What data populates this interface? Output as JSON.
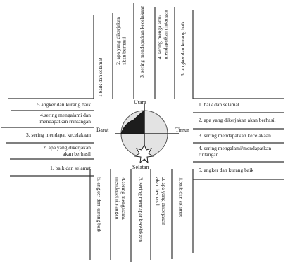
{
  "compass": {
    "north": "Utara",
    "south": "Selatan",
    "east": "Timur",
    "west": "Barat"
  },
  "top_labels": [
    "1.baik dan selamat",
    "2. apa yang dikerjakan\nakan berhasil",
    "3. sering mendapatkan kecelakaan",
    "4. sering mengalami/\nmendapatkan rintangan",
    "5. angker dan kurang baik"
  ],
  "left_labels": [
    "5.angker dan kurang baik",
    "4.sering mengalami dan\nmendapatkan rrintangan",
    "3. sering mendapat kecelakaan",
    "2. apa yang dikerjakan\nakan berhasil",
    "1. baik dan selamat"
  ],
  "right_labels": [
    "1. baik dan selamat",
    "2. apa yang dikerjakan akan berhasil",
    "3. sering mendapatkan kecelakaan",
    "4. sering mengalami/mendapatkan\nrintangan",
    "5. angker dan kurang baik"
  ],
  "bottom_labels": [
    "5. angker dan kurang baik",
    "4.sering mengalami/\nmendapat rintangan",
    "3. sering mendapat kecelakaan",
    "2. apa yang dikerjakan\nakan berhasil",
    "1.baik dan selamat"
  ]
}
